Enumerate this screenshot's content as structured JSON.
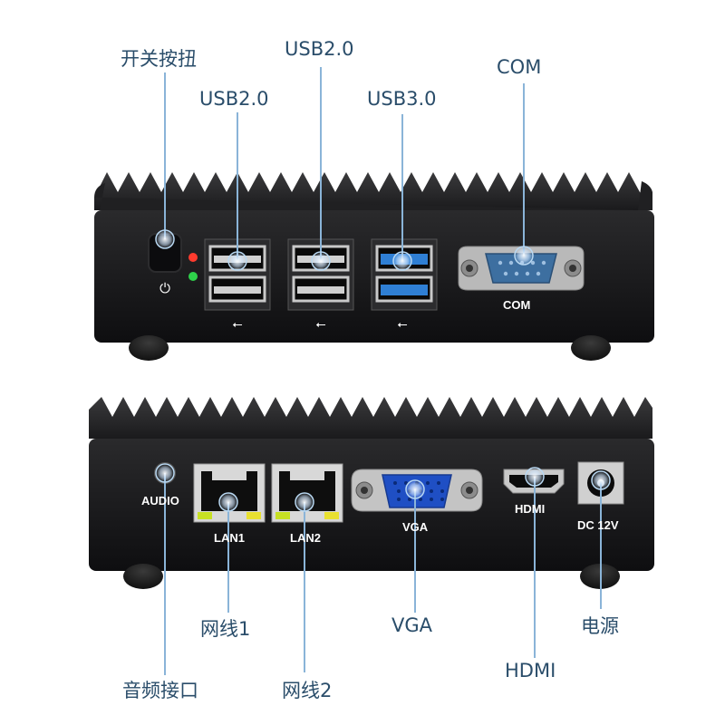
{
  "top_unit": {
    "callouts": {
      "power_button": "开关按扭",
      "usb2_left": "USB2.0",
      "usb2_mid": "USB2.0",
      "usb3": "USB3.0",
      "com": "COM"
    },
    "panel_labels": {
      "com": "COM"
    }
  },
  "bottom_unit": {
    "panel_labels": {
      "audio": "AUDIO",
      "lan1": "LAN1",
      "lan2": "LAN2",
      "vga": "VGA",
      "hdmi": "HDMI",
      "dc": "DC 12V"
    },
    "callouts": {
      "lan1": "网线1",
      "vga": "VGA",
      "power": "电源",
      "audio": "音频接口",
      "lan2": "网线2",
      "hdmi": "HDMI"
    }
  },
  "colors": {
    "callout_line": "#8ab4d8",
    "callout_text": "#2a4d6a",
    "chassis": "#1c1c1e",
    "usb3_blue": "#2f7fd4",
    "com_port": "#3d6fa0",
    "vga_blue": "#1f4fc4"
  }
}
